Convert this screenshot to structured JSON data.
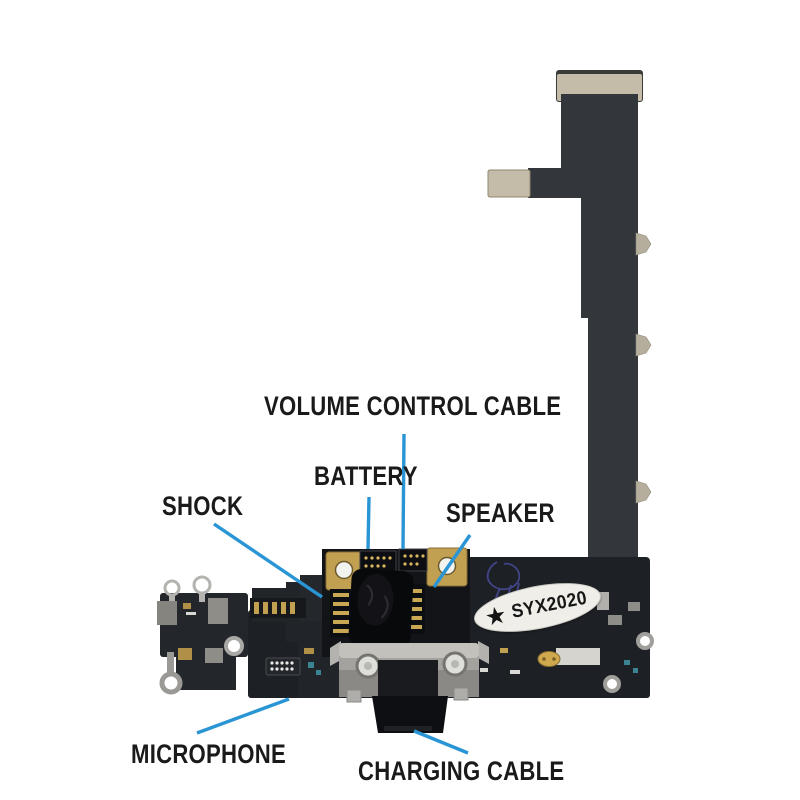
{
  "labels": {
    "volume_control_cable": "VOLUME CONTROL CABLE",
    "battery": "BATTERY",
    "shock": "SHOCK",
    "speaker": "SPEAKER",
    "microphone": "MICROPHONE",
    "charging_cable": "CHARGING CABLE"
  },
  "sticker": {
    "star": "★",
    "text": "SYX2020"
  },
  "colors": {
    "background": "#ffffff",
    "label_text": "#1a1a1a",
    "annotation_line": "#2a95d5",
    "flex_dark": "#33363b",
    "assembly_black": "#1d2025",
    "connector_tan": "#c4bba8",
    "gold": "#c2a052",
    "metal_grey": "#a3a29e",
    "sticker_white": "#efeee9",
    "ink_blue": "#4b4fa0"
  }
}
